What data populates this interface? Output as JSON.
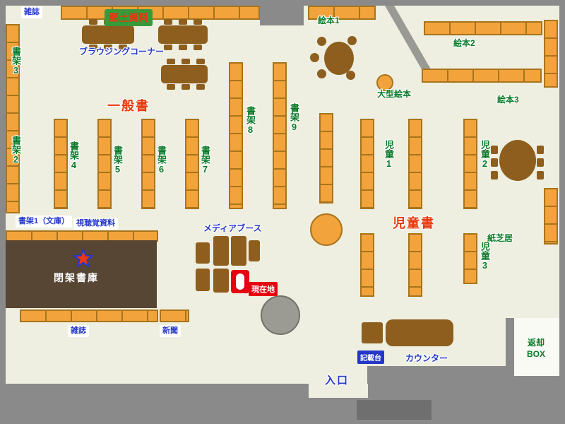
{
  "palette": {
    "floor": "#EEEFE0",
    "wall": "#8A8A8A",
    "shelf_fill": "#F2A33C",
    "shelf_border": "#A8741C",
    "furniture_brown": "#8D5E1D",
    "closed_stack_brown": "#574634",
    "accent_red": "#E8380D",
    "accent_green": "#0A7A28",
    "accent_blue": "#2438C8",
    "current_location_red": "#E60012"
  },
  "area_labels": {
    "local_materials": "郷土資料",
    "general_books": "一般書",
    "children_books": "児童書"
  },
  "shelves": {
    "magazines_top": "雑誌",
    "shelf3": "書架3",
    "shelf2": "書架2",
    "shelf4": "書架4",
    "shelf5": "書架5",
    "shelf6": "書架6",
    "shelf7": "書架7",
    "shelf8": "書架8",
    "shelf9": "書架9",
    "shelf1_bunko": "書架1（文庫）",
    "audio_visual": "視聴覚資料",
    "picture_book1": "絵本1",
    "picture_book2": "絵本2",
    "picture_book3": "絵本3",
    "large_picture_book": "大型絵本",
    "children1": "児童1",
    "children2": "児童2",
    "children3": "児童3",
    "kamishibai": "紙芝居",
    "magazines_bottom": "雑誌",
    "newspaper": "新聞"
  },
  "facilities": {
    "browsing_corner": "ブラウジングコーナー",
    "media_booth": "メディアブース",
    "closed_stacks": "閉架書庫",
    "current_location": "現在地",
    "writing_desk": "記載台",
    "counter": "カウンター",
    "return_box_line1": "返却",
    "return_box_line2": "BOX",
    "entrance": "入口"
  }
}
